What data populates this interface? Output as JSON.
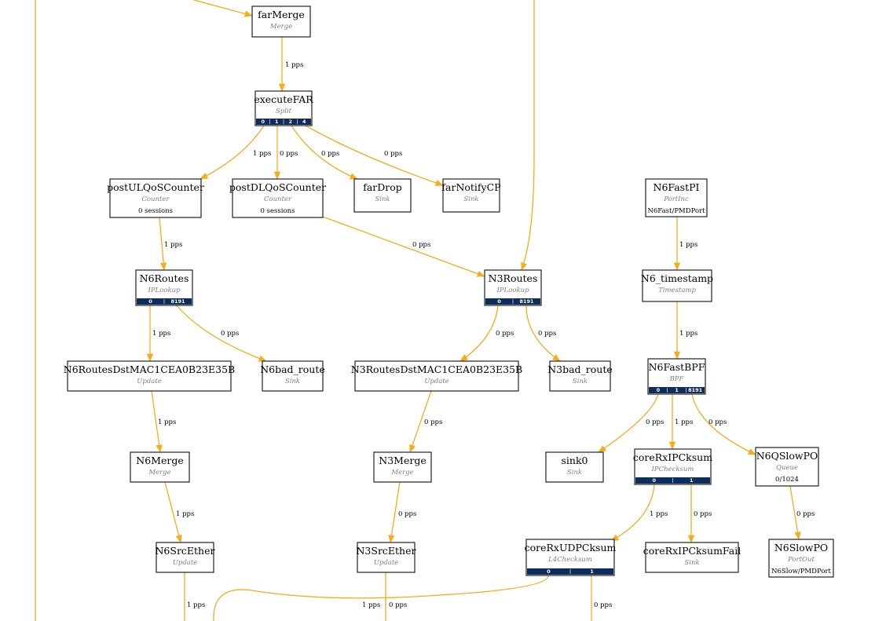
{
  "colors": {
    "edge": "#f5ac1d",
    "port_bar": "#0f2d5c",
    "node_border": "#222222",
    "class_text": "#7f7f7f"
  },
  "nodes": [
    {
      "id": "farMerge",
      "title": "farMerge",
      "class": "Merge"
    },
    {
      "id": "executeFAR",
      "title": "executeFAR",
      "class": "Split",
      "ports": [
        "0",
        "1",
        "2",
        "4"
      ]
    },
    {
      "id": "postULQoSCounter",
      "title": "postULQoSCounter",
      "class": "Counter",
      "info": "0 sessions"
    },
    {
      "id": "postDLQoSCounter",
      "title": "postDLQoSCounter",
      "class": "Counter",
      "info": "0 sessions"
    },
    {
      "id": "farDrop",
      "title": "farDrop",
      "class": "Sink"
    },
    {
      "id": "farNotifyCP",
      "title": "farNotifyCP",
      "class": "Sink"
    },
    {
      "id": "N6FastPI",
      "title": "N6FastPI",
      "class": "PortInc",
      "info": "N6Fast/PMDPort"
    },
    {
      "id": "N6Routes",
      "title": "N6Routes",
      "class": "IPLookup",
      "ports": [
        "0",
        "8191"
      ]
    },
    {
      "id": "N3Routes",
      "title": "N3Routes",
      "class": "IPLookup",
      "ports": [
        "0",
        "8191"
      ]
    },
    {
      "id": "N6_timestamp",
      "title": "N6_timestamp",
      "class": "Timestamp"
    },
    {
      "id": "N6RoutesDstMAC",
      "title": "N6RoutesDstMAC1CEA0B23E35B",
      "class": "Update"
    },
    {
      "id": "N6bad_route",
      "title": "N6bad_route",
      "class": "Sink"
    },
    {
      "id": "N3RoutesDstMAC",
      "title": "N3RoutesDstMAC1CEA0B23E35B",
      "class": "Update"
    },
    {
      "id": "N3bad_route",
      "title": "N3bad_route",
      "class": "Sink"
    },
    {
      "id": "N6FastBPF",
      "title": "N6FastBPF",
      "class": "BPF",
      "ports": [
        "0",
        "1",
        "8191"
      ]
    },
    {
      "id": "N6Merge",
      "title": "N6Merge",
      "class": "Merge"
    },
    {
      "id": "N3Merge",
      "title": "N3Merge",
      "class": "Merge"
    },
    {
      "id": "sink0",
      "title": "sink0",
      "class": "Sink"
    },
    {
      "id": "coreRxIPCksum",
      "title": "coreRxIPCksum",
      "class": "IPChecksum",
      "ports": [
        "0",
        "1"
      ]
    },
    {
      "id": "N6QSlowPO",
      "title": "N6QSlowPO",
      "class": "Queue",
      "info": "0/1024"
    },
    {
      "id": "N6SrcEther",
      "title": "N6SrcEther",
      "class": "Update"
    },
    {
      "id": "N3SrcEther",
      "title": "N3SrcEther",
      "class": "Update"
    },
    {
      "id": "coreRxUDPCksum",
      "title": "coreRxUDPCksum",
      "class": "L4Checksum",
      "ports": [
        "0",
        "1"
      ]
    },
    {
      "id": "coreRxIPCksumFail",
      "title": "coreRxIPCksumFail",
      "class": "Sink"
    },
    {
      "id": "N6SlowPO",
      "title": "N6SlowPO",
      "class": "PortOut",
      "info": "N6Slow/PMDPort"
    }
  ],
  "edges": [
    {
      "from": "(in)",
      "to": "farMerge",
      "label": ""
    },
    {
      "from": "farMerge",
      "to": "executeFAR",
      "label": "1 pps"
    },
    {
      "from": "executeFAR",
      "to": "postULQoSCounter",
      "label": "1 pps"
    },
    {
      "from": "executeFAR",
      "to": "postDLQoSCounter",
      "label": "0 pps"
    },
    {
      "from": "executeFAR",
      "to": "farDrop",
      "label": "0 pps"
    },
    {
      "from": "executeFAR",
      "to": "farNotifyCP",
      "label": "0 pps"
    },
    {
      "from": "(in)",
      "to": "N3Routes",
      "label": ""
    },
    {
      "from": "postULQoSCounter",
      "to": "N6Routes",
      "label": "1 pps"
    },
    {
      "from": "postDLQoSCounter",
      "to": "N3Routes",
      "label": "0 pps"
    },
    {
      "from": "N6FastPI",
      "to": "N6_timestamp",
      "label": "1 pps"
    },
    {
      "from": "N6Routes",
      "to": "N6RoutesDstMAC",
      "label": "1 pps"
    },
    {
      "from": "N6Routes",
      "to": "N6bad_route",
      "label": "0 pps"
    },
    {
      "from": "N3Routes",
      "to": "N3RoutesDstMAC",
      "label": "0 pps"
    },
    {
      "from": "N3Routes",
      "to": "N3bad_route",
      "label": "0 pps"
    },
    {
      "from": "N6_timestamp",
      "to": "N6FastBPF",
      "label": "1 pps"
    },
    {
      "from": "N6RoutesDstMAC",
      "to": "N6Merge",
      "label": "1 pps"
    },
    {
      "from": "N3RoutesDstMAC",
      "to": "N3Merge",
      "label": "0 pps"
    },
    {
      "from": "N6FastBPF",
      "to": "sink0",
      "label": "0 pps"
    },
    {
      "from": "N6FastBPF",
      "to": "coreRxIPCksum",
      "label": "1 pps"
    },
    {
      "from": "N6FastBPF",
      "to": "N6QSlowPO",
      "label": "0 pps"
    },
    {
      "from": "N6Merge",
      "to": "N6SrcEther",
      "label": "1 pps"
    },
    {
      "from": "N3Merge",
      "to": "N3SrcEther",
      "label": "0 pps"
    },
    {
      "from": "coreRxIPCksum",
      "to": "coreRxUDPCksum",
      "label": "1 pps"
    },
    {
      "from": "coreRxIPCksum",
      "to": "coreRxIPCksumFail",
      "label": "0 pps"
    },
    {
      "from": "N6QSlowPO",
      "to": "N6SlowPO",
      "label": "0 pps"
    },
    {
      "from": "N6SrcEther",
      "to": "(out)",
      "label": "1 pps"
    },
    {
      "from": "coreRxUDPCksum",
      "to": "(out)",
      "label": "1 pps"
    },
    {
      "from": "N3SrcEther",
      "to": "(out)",
      "label": "0 pps"
    },
    {
      "from": "coreRxUDPCksum",
      "to": "(out)",
      "label": "0 pps"
    },
    {
      "from": "(in)",
      "to": "(out)",
      "label": ""
    }
  ]
}
